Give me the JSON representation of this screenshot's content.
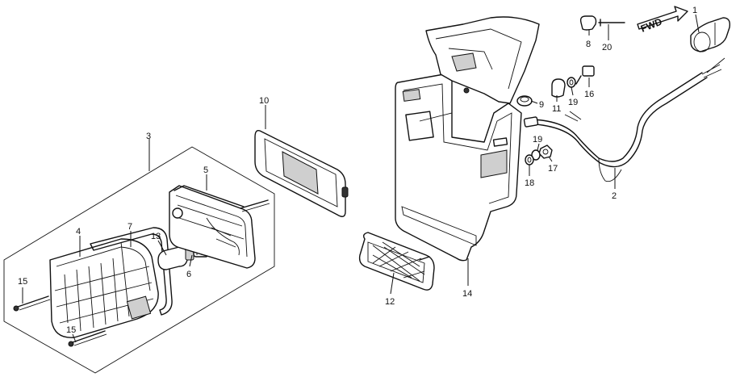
{
  "diagram": {
    "direction_marker": "FWD",
    "callouts": [
      "1",
      "2",
      "3",
      "4",
      "5",
      "6",
      "7",
      "8",
      "9",
      "10",
      "11",
      "12",
      "13",
      "14",
      "15",
      "15",
      "16",
      "17",
      "18",
      "19",
      "19",
      "20"
    ]
  }
}
